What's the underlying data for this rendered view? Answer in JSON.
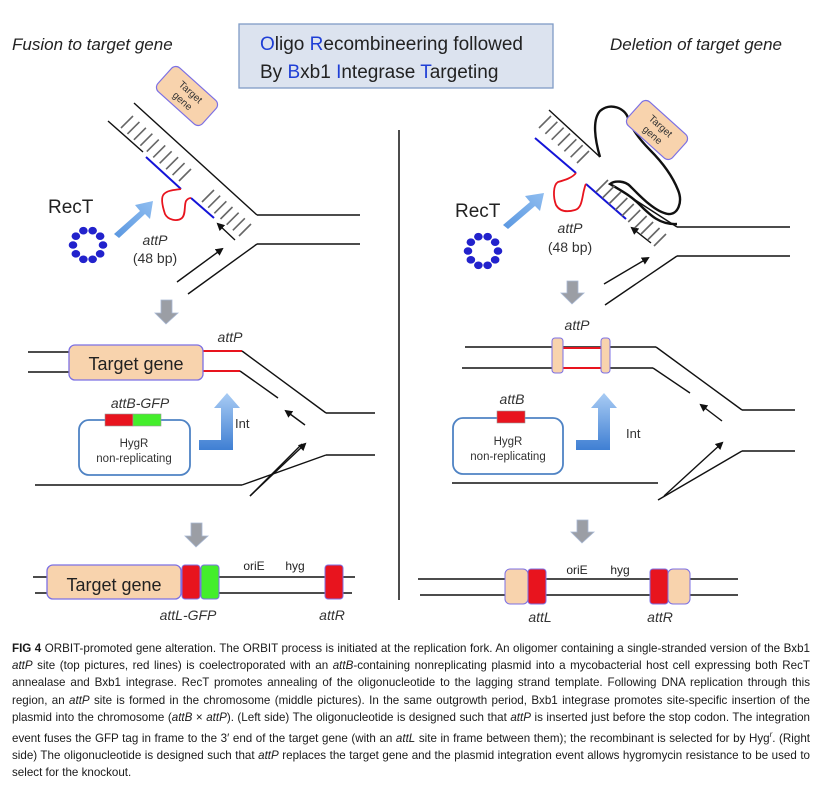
{
  "title_box": {
    "line1": [
      {
        "text": "O",
        "accent": true
      },
      {
        "text": "ligo ",
        "accent": false
      },
      {
        "text": "R",
        "accent": true
      },
      {
        "text": "ecombineering followed",
        "accent": false
      }
    ],
    "line2": [
      {
        "text": "By ",
        "accent": false
      },
      {
        "text": "B",
        "accent": true
      },
      {
        "text": "xb1 ",
        "accent": false
      },
      {
        "text": "I",
        "accent": true
      },
      {
        "text": "ntegrase ",
        "accent": false
      },
      {
        "text": "T",
        "accent": true
      },
      {
        "text": "argeting",
        "accent": false
      }
    ]
  },
  "colors": {
    "accent_letter": "#1f3fd6",
    "title_box_fill": "#dce3ef",
    "title_box_border": "#7f9cc6",
    "oligo_blue": "#1414d8",
    "attP_red": "#e8141e",
    "gene_fill": "#f8d3ad",
    "gene_border": "#7c70e4",
    "gfp_green": "#44ee2c",
    "recT_dots": "#2222cc",
    "plasmid_border": "#4f83c4",
    "process_arrow": "#9b9ea5",
    "int_arrow": "#5b95da",
    "dna": "#1a1a1a"
  },
  "left": {
    "heading": "Fusion to target gene",
    "top": {
      "gene_label_1": "Target",
      "gene_label_2": "gene",
      "recT": "RecT",
      "attP": "attP",
      "attP_size": "(48 bp)"
    },
    "middle": {
      "gene": "Target gene",
      "attP": "attP",
      "plasmid_site": "attB-GFP",
      "plasmid_line1": "HygR",
      "plasmid_line2": "non-replicating",
      "int": "Int"
    },
    "bottom": {
      "gene": "Target gene",
      "oriE": "oriE",
      "hyg": "hyg",
      "attL": "attL-GFP",
      "attR": "attR"
    }
  },
  "right": {
    "heading": "Deletion of target gene",
    "top": {
      "gene_label_1": "Target",
      "gene_label_2": "gene",
      "recT": "RecT",
      "attP": "attP",
      "attP_size": "(48 bp)"
    },
    "middle": {
      "attP": "attP",
      "plasmid_site": "attB",
      "plasmid_line1": "HygR",
      "plasmid_line2": "non-replicating",
      "int": "Int"
    },
    "bottom": {
      "oriE": "oriE",
      "hyg": "hyg",
      "attL": "attL",
      "attR": "attR"
    }
  },
  "caption": {
    "label": "FIG 4",
    "segments": [
      {
        "t": "  ORBIT-promoted gene alteration. The ORBIT process is initiated at the replication fork. An oligomer containing a single-stranded version of the Bxb1 ",
        "i": false
      },
      {
        "t": "attP",
        "i": true
      },
      {
        "t": " site (top pictures, red lines) is coelectroporated with an ",
        "i": false
      },
      {
        "t": "attB",
        "i": true
      },
      {
        "t": "-containing nonreplicating plasmid into a mycobacterial host cell expressing both RecT annealase and Bxb1 integrase. RecT promotes annealing of the oligonucleotide to the lagging strand template. Following DNA replication through this region, an ",
        "i": false
      },
      {
        "t": "attP",
        "i": true
      },
      {
        "t": " site is formed in the chromosome (middle pictures). In the same outgrowth period, Bxb1 integrase promotes site-specific insertion of the plasmid into the chromosome (",
        "i": false
      },
      {
        "t": "attB",
        "i": true
      },
      {
        "t": " × ",
        "i": false
      },
      {
        "t": "attP",
        "i": true
      },
      {
        "t": "). (Left side) The oligonucleotide is designed such that ",
        "i": false
      },
      {
        "t": "attP",
        "i": true
      },
      {
        "t": " is inserted just before the stop codon. The integration event fuses the GFP tag in frame to the 3′ end of the target gene (with an ",
        "i": false
      },
      {
        "t": "attL",
        "i": true
      },
      {
        "t": " site in frame between them); the recombinant is selected for by Hyg",
        "i": false
      },
      {
        "t": "r",
        "i": true,
        "sup": true
      },
      {
        "t": ". (Right side) The oligonucleotide is designed such that ",
        "i": false
      },
      {
        "t": "attP",
        "i": true
      },
      {
        "t": " replaces the target gene and the plasmid integration event allows hygromycin resistance to be used to select for the knockout.",
        "i": false
      }
    ]
  }
}
